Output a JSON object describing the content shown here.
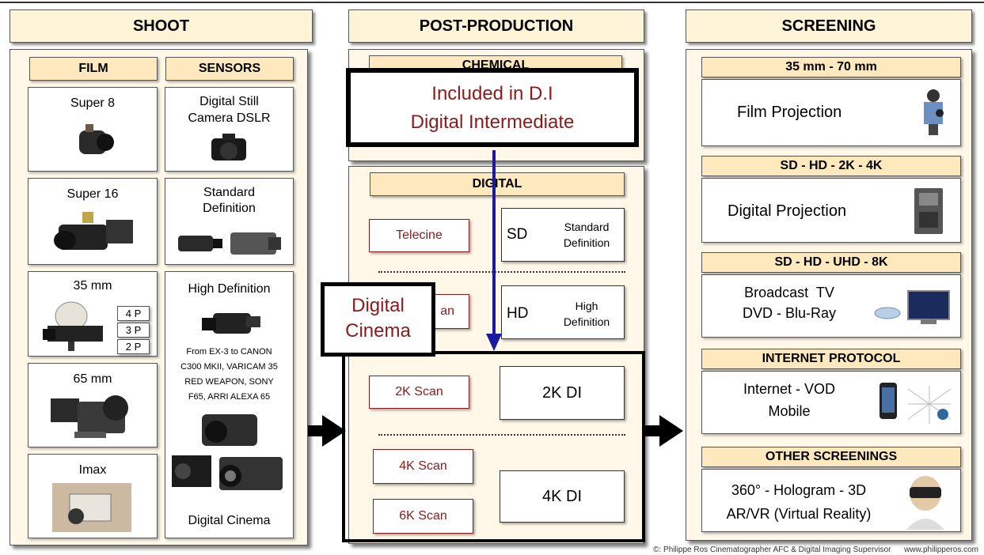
{
  "headers": {
    "shoot": "SHOOT",
    "post": "POST-PRODUCTION",
    "screening": "SCREENING"
  },
  "shoot": {
    "film_title": "FILM",
    "sensors_title": "SENSORS",
    "film_items": [
      "Super 8",
      "Super 16",
      "35 mm",
      "65 mm",
      "Imax"
    ],
    "perforations": [
      "4 P",
      "3 P",
      "2 P"
    ],
    "sensor_items": {
      "dslr": [
        "Digital Still",
        "Camera DSLR"
      ],
      "sd": [
        "Standard",
        "Definition"
      ],
      "hd": "High Definition",
      "hd_note": [
        "From EX-3 to CANON",
        "C300 MKII, VARICAM 35",
        "RED WEAPON, SONY",
        "F65, ARRI ALEXA 65"
      ],
      "cinema": "Digital Cinema"
    }
  },
  "post": {
    "chemical": "CHEMICAL",
    "di_overlay": [
      "Included in D.I",
      "Digital Intermediate"
    ],
    "digital": "DIGITAL",
    "telecine": "Telecine",
    "sd_abbr": "SD",
    "sd_desc": [
      "Standard",
      "Definition"
    ],
    "hd_scan_partial": "an",
    "hd_abbr": "HD",
    "hd_desc": [
      "High",
      "Definition"
    ],
    "digital_cinema": [
      "Digital",
      "Cinema"
    ],
    "scan_2k": "2K Scan",
    "di_2k": "2K DI",
    "scan_4k": "4K Scan",
    "scan_6k": "6K Scan",
    "di_4k": "4K DI"
  },
  "screening": {
    "sections": [
      {
        "title": "35 mm - 70 mm",
        "lines": [
          "Film Projection"
        ]
      },
      {
        "title": "SD - HD - 2K - 4K",
        "lines": [
          "Digital Projection"
        ]
      },
      {
        "title": "SD - HD - UHD - 8K",
        "lines": [
          "Broadcast  TV",
          "DVD - Blu-Ray"
        ]
      },
      {
        "title": "INTERNET PROTOCOL",
        "lines": [
          "Internet - VOD",
          "Mobile"
        ]
      },
      {
        "title": "OTHER SCREENINGS",
        "lines": [
          "360° - Hologram - 3D",
          "AR/VR (Virtual Reality)"
        ]
      }
    ]
  },
  "footer": "©: Philippe Ros Cinematographer AFC & Digital Imaging Supervisor      www.philipperos.com",
  "colors": {
    "header_bg": "#fdf3d7",
    "panel_bg": "#fff8e8",
    "accent_red": "#8b1a1a",
    "arrow_blue": "#1a1aa0"
  }
}
